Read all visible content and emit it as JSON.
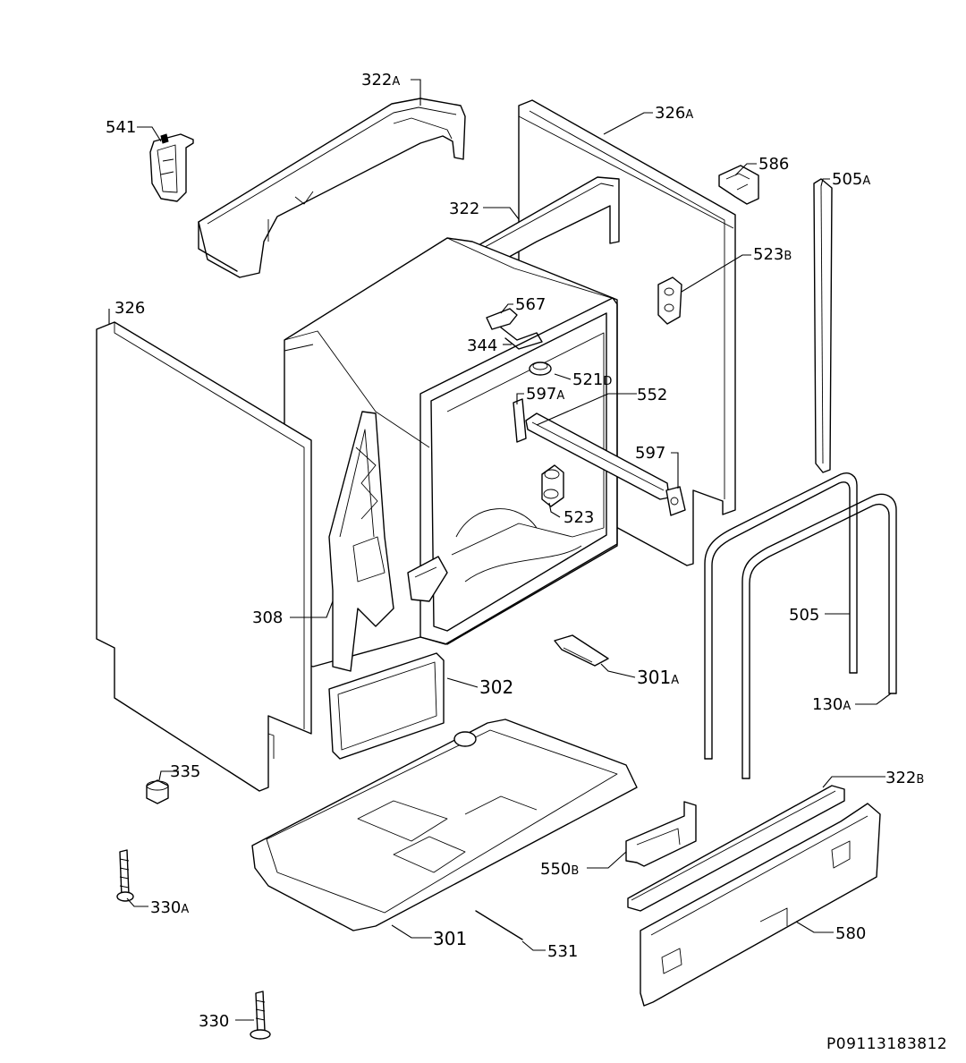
{
  "diagram": {
    "reference": "P09113183812",
    "parts": [
      {
        "id": "322a",
        "num": "322",
        "suffix": "A"
      },
      {
        "id": "541",
        "num": "541",
        "suffix": ""
      },
      {
        "id": "326a",
        "num": "326",
        "suffix": "A"
      },
      {
        "id": "586",
        "num": "586",
        "suffix": ""
      },
      {
        "id": "505a",
        "num": "505",
        "suffix": "A"
      },
      {
        "id": "322",
        "num": "322",
        "suffix": ""
      },
      {
        "id": "523b",
        "num": "523",
        "suffix": "B"
      },
      {
        "id": "326",
        "num": "326",
        "suffix": ""
      },
      {
        "id": "567",
        "num": "567",
        "suffix": ""
      },
      {
        "id": "344",
        "num": "344",
        "suffix": ""
      },
      {
        "id": "521d",
        "num": "521",
        "suffix": "D"
      },
      {
        "id": "597a",
        "num": "597",
        "suffix": "A"
      },
      {
        "id": "552",
        "num": "552",
        "suffix": ""
      },
      {
        "id": "597",
        "num": "597",
        "suffix": ""
      },
      {
        "id": "523",
        "num": "523",
        "suffix": ""
      },
      {
        "id": "308",
        "num": "308",
        "suffix": ""
      },
      {
        "id": "505",
        "num": "505",
        "suffix": ""
      },
      {
        "id": "302",
        "num": "302",
        "suffix": ""
      },
      {
        "id": "301a",
        "num": "301",
        "suffix": "A"
      },
      {
        "id": "130a",
        "num": "130",
        "suffix": "A"
      },
      {
        "id": "335",
        "num": "335",
        "suffix": ""
      },
      {
        "id": "322b",
        "num": "322",
        "suffix": "B"
      },
      {
        "id": "550b",
        "num": "550",
        "suffix": "B"
      },
      {
        "id": "330a",
        "num": "330",
        "suffix": "A"
      },
      {
        "id": "301",
        "num": "301",
        "suffix": ""
      },
      {
        "id": "580",
        "num": "580",
        "suffix": ""
      },
      {
        "id": "531",
        "num": "531",
        "suffix": ""
      },
      {
        "id": "330",
        "num": "330",
        "suffix": ""
      }
    ]
  }
}
